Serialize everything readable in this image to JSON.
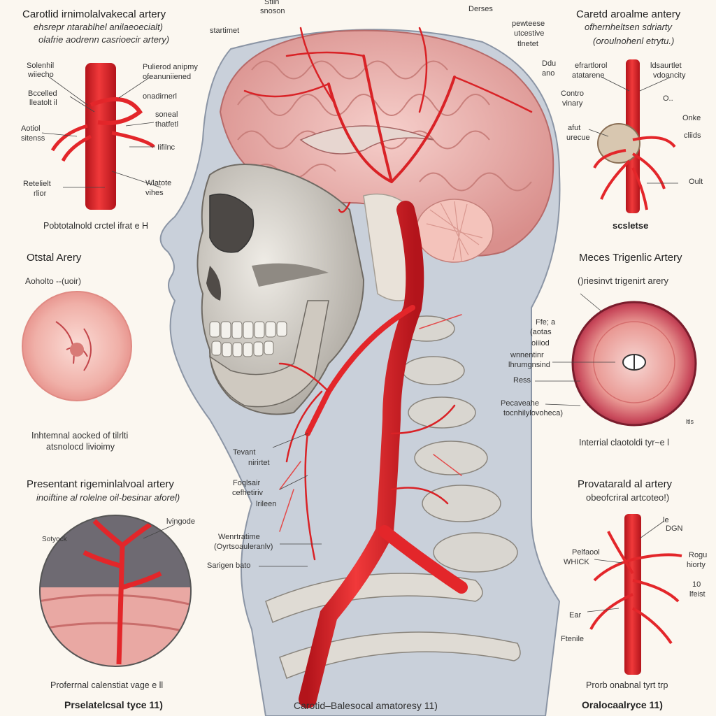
{
  "top_left": {
    "title": "Carotlid irnimolalvakecal artery",
    "subtitle_1": "ehsrepr ntarablhel anilaeoecialt)",
    "subtitle_2": "olafrie aodrenn casrioecir artery)",
    "labels": [
      "Solenhil",
      "wiiecho",
      "Pulierod anipmy",
      "ofeanuniiened",
      "Bccelled",
      "lleatolt il",
      "onadirnerl",
      "Aotiol",
      "sitenss",
      "soneal",
      "thatfetl",
      "Iifilnc",
      "Retelielt",
      "rlior",
      "Wlatote",
      "vihes"
    ],
    "caption": "Pobtotalnold crctel ifrat e H"
  },
  "top_center": {
    "labels": [
      "Stlin",
      "snoson",
      "startimet",
      "Derses",
      "pewteese",
      "utcestive",
      "tlnetet",
      "Ddu",
      "ano"
    ]
  },
  "top_right": {
    "title": "Caretd aroalme antery",
    "subtitle_1": "ofhernheltsen sdriarty",
    "subtitle_2": "(oroulnohenl etrytu.)",
    "labels": [
      "efrartlorol",
      "atatarene",
      "ldsaurtlet",
      "vdoancity",
      "Contro",
      "vinary",
      "O..",
      "afut",
      "urecue",
      "Onke",
      "cliids",
      "Oult"
    ],
    "caption": "scsletse"
  },
  "mid_left": {
    "title": "Otstal Arery",
    "tag": "Aoholto --(uoir)",
    "caption_1": "Inhtemnal aocked of tilrlti",
    "caption_2": "atsnolocd livioimy"
  },
  "mid_right": {
    "title": "Meces Trigenlic Artery",
    "subtitle": "()riesinvt trigenirt arery",
    "labels": [
      "Ffe; a",
      "(aotas",
      "oiiiod",
      "wnnentinr",
      "lhrumgnsind",
      "Ress",
      "Pecaveahe",
      "tocnhilylovoheca)",
      "ltls"
    ],
    "caption": "Interrial claotoldi tyr~e l"
  },
  "center_neck": {
    "labels": [
      "Tevant",
      "nirirtet",
      "Foqlsair",
      "cefhetiriv",
      "lrileen",
      "Wenrtratime",
      "(Oyrtsoauleranlv)",
      "Sarigen bato"
    ]
  },
  "bottom_left": {
    "title": "Presentant rigeminlalvoal artery",
    "subtitle": "inoiftine al rolelne oil-besinar aforel)",
    "labels": [
      "lvingode",
      "Sotyock"
    ],
    "caption": "Proferrnal calenstiat vage e ll",
    "footer": "Prselatelcsal tyce 11)"
  },
  "bottom_center": {
    "footer": "Carotid–Balesocal amatoresy 11)"
  },
  "bottom_right": {
    "title": "Provatarald al artery",
    "subtitle": "obeofcriral artcoteo!)",
    "labels": [
      "Pelfaool",
      "WHICK",
      "Rogu",
      "hiorty",
      "le",
      "DGN",
      "10",
      "lfeist",
      "Ear",
      "Ftenile"
    ],
    "caption": "Prorb onabnal tyrt trp",
    "footer": "Oralocaalryce 11)"
  },
  "colors": {
    "artery": "#e3262a",
    "artery_dark": "#a8141a",
    "brain": "#efb7b2",
    "skull": "#d9d4cc",
    "skin": "#c5ccd6",
    "background": "#fbf7f0"
  }
}
